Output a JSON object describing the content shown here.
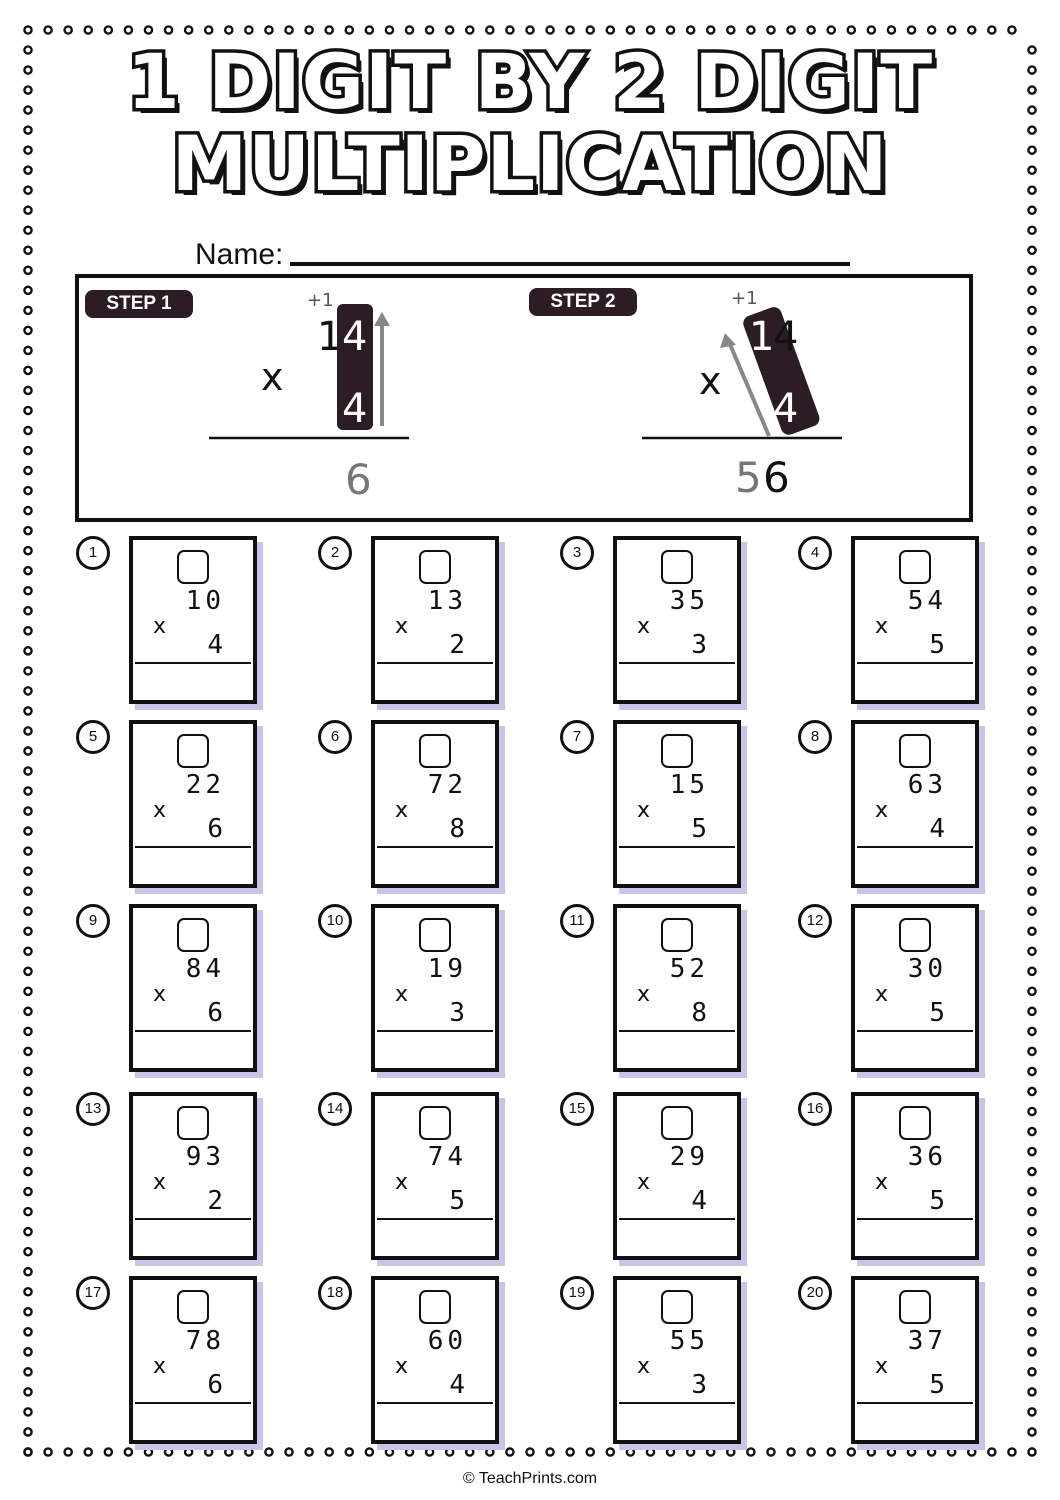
{
  "title_line1": "1 DIGIT BY 2 DIGIT",
  "title_line2": "MULTIPLICATION",
  "name_label": "Name:",
  "example": {
    "step1": {
      "label": "STEP 1",
      "carry": "+1",
      "top_tens": "1",
      "top_ones": "4",
      "bottom": "4",
      "times": "x",
      "answer_ones": "6"
    },
    "step2": {
      "label": "STEP 2",
      "carry": "+1",
      "top_tens": "1",
      "top_ones": "4",
      "bottom": "4",
      "times": "x",
      "answer_tens": "5",
      "answer_ones": "6"
    }
  },
  "problems": [
    {
      "n": "1",
      "top": "10",
      "bottom": "4"
    },
    {
      "n": "2",
      "top": "13",
      "bottom": "2"
    },
    {
      "n": "3",
      "top": "35",
      "bottom": "3"
    },
    {
      "n": "4",
      "top": "54",
      "bottom": "5"
    },
    {
      "n": "5",
      "top": "22",
      "bottom": "6"
    },
    {
      "n": "6",
      "top": "72",
      "bottom": "8"
    },
    {
      "n": "7",
      "top": "15",
      "bottom": "5"
    },
    {
      "n": "8",
      "top": "63",
      "bottom": "4"
    },
    {
      "n": "9",
      "top": "84",
      "bottom": "6"
    },
    {
      "n": "10",
      "top": "19",
      "bottom": "3"
    },
    {
      "n": "11",
      "top": "52",
      "bottom": "8"
    },
    {
      "n": "12",
      "top": "30",
      "bottom": "5"
    },
    {
      "n": "13",
      "top": "93",
      "bottom": "2"
    },
    {
      "n": "14",
      "top": "74",
      "bottom": "5"
    },
    {
      "n": "15",
      "top": "29",
      "bottom": "4"
    },
    {
      "n": "16",
      "top": "36",
      "bottom": "5"
    },
    {
      "n": "17",
      "top": "78",
      "bottom": "6"
    },
    {
      "n": "18",
      "top": "60",
      "bottom": "4"
    },
    {
      "n": "19",
      "top": "55",
      "bottom": "3"
    },
    {
      "n": "20",
      "top": "37",
      "bottom": "5"
    }
  ],
  "times_symbol": "x",
  "footer": "© TeachPrints.com",
  "colors": {
    "badge": "#2b1d23",
    "shadow": "#c9c4e8",
    "arrow": "#888888",
    "faded_digit": "#777777"
  }
}
